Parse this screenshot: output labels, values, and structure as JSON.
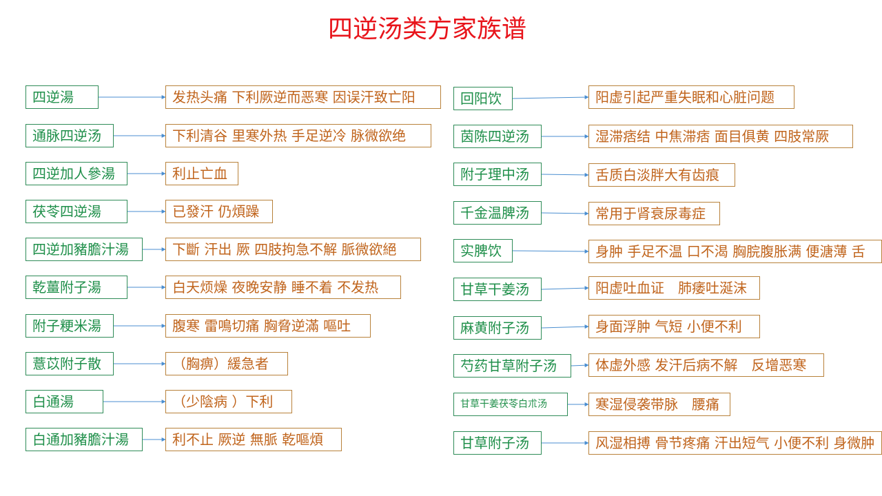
{
  "title": "四逆汤类方家族谱",
  "left": [
    {
      "name": "四逆湯",
      "desc": "发热头痛 下利厥逆而恶寒 因误汗致亡阳"
    },
    {
      "name": "通脉四逆汤",
      "desc": "下利清谷 里寒外热 手足逆冷 脉微欲绝"
    },
    {
      "name": "四逆加人參湯",
      "desc": "利止亡血"
    },
    {
      "name": "茯苓四逆湯",
      "desc": "已發汗 仍煩躁"
    },
    {
      "name": "四逆加豬膽汁湯",
      "desc": "下斷 汗出 厥 四肢拘急不解 脈微欲絕"
    },
    {
      "name": "乾薑附子湯",
      "desc": "白天烦燥 夜晚安静 睡不着 不发热"
    },
    {
      "name": "附子粳米湯",
      "desc": "腹寒 雷鳴切痛 胸脅逆滿 嘔吐"
    },
    {
      "name": "薏苡附子散",
      "desc": "（胸痹）緩急者"
    },
    {
      "name": "白通湯",
      "desc": "（少陰病 ）下利"
    },
    {
      "name": "白通加豬膽汁湯",
      "desc": "利不止 厥逆 無脈 乾嘔煩"
    }
  ],
  "right": [
    {
      "name": "回阳饮",
      "desc": "阳虚引起严重失眠和心脏问题"
    },
    {
      "name": "茵陈四逆汤",
      "desc": "湿滞痞结 中焦滞痞 面目俱黄 四肢常厥"
    },
    {
      "name": "附子理中汤",
      "desc": "舌质白淡胖大有齿痕"
    },
    {
      "name": "千金温脾汤",
      "desc": "常用于肾衰尿毒症"
    },
    {
      "name": "实脾饮",
      "desc": "身肿 手足不温 口不渴 胸脘腹胀满 便溏薄 舌"
    },
    {
      "name": "甘草干姜汤",
      "desc": "阳虚吐血证　肺痿吐涎沫"
    },
    {
      "name": "麻黄附子汤",
      "desc": "身面浮肿 气短 小便不利"
    },
    {
      "name": "芍药甘草附子汤",
      "desc": "体虚外感 发汗后病不解　反增恶寒"
    },
    {
      "name": "甘草干姜茯苓白朮汤",
      "desc": "寒湿侵袭带脉　腰痛"
    },
    {
      "name": "甘草附子汤",
      "desc": "风湿相搏 骨节疼痛 汗出短气 小便不利 身微肿"
    }
  ],
  "colors": {
    "title": "#e8141b",
    "name_text": "#1f8f4a",
    "name_border": "#2e8b57",
    "desc_text": "#c0641c",
    "desc_border": "#b8813a",
    "arrow": "#4a8ed0"
  }
}
